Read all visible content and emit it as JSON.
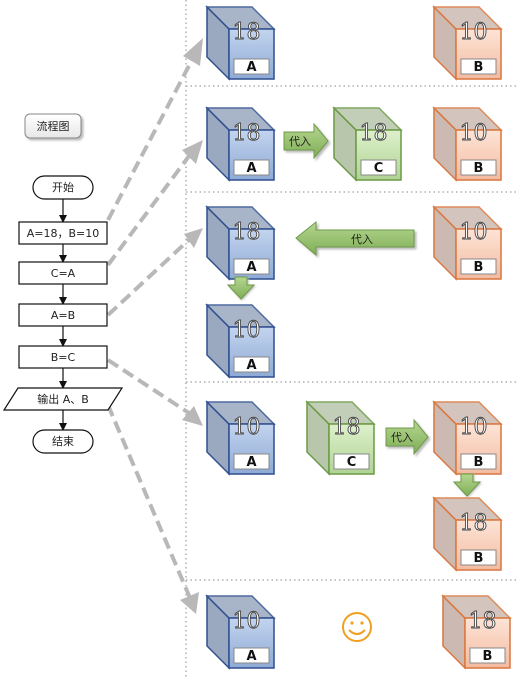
{
  "title": "流程图",
  "flowchart": {
    "start": "开始",
    "step1": "A=18，B=10",
    "step2": "C=A",
    "step3": "A=B",
    "step4": "B=C",
    "output": "输出 A、B",
    "end": "结束"
  },
  "sections": {
    "s1": {
      "box_a": {
        "value": "18",
        "label": "A"
      },
      "box_b": {
        "value": "10",
        "label": "B"
      }
    },
    "s2": {
      "box_a": {
        "value": "18",
        "label": "A"
      },
      "arrow": "代入",
      "box_c": {
        "value": "18",
        "label": "C"
      },
      "box_b": {
        "value": "10",
        "label": "B"
      }
    },
    "s3": {
      "box_a": {
        "value": "18",
        "label": "A"
      },
      "arrow": "代入",
      "box_b": {
        "value": "10",
        "label": "B"
      },
      "box_a_new": {
        "value": "10",
        "label": "A"
      }
    },
    "s4": {
      "box_a": {
        "value": "10",
        "label": "A"
      },
      "box_c": {
        "value": "18",
        "label": "C"
      },
      "arrow": "代入",
      "box_b": {
        "value": "10",
        "label": "B"
      },
      "box_b_new": {
        "value": "18",
        "label": "B"
      }
    },
    "s5": {
      "box_a": {
        "value": "10",
        "label": "A"
      },
      "smiley": "☺",
      "box_b": {
        "value": "18",
        "label": "B"
      }
    }
  },
  "colors": {
    "blue_front": "#a9c1e4",
    "blue_dark": "#9aa9c0",
    "blue_stroke": "#2f4f8f",
    "orange_front": "#f8d2c0",
    "orange_dark": "#ccbab2",
    "orange_stroke": "#d9773e",
    "green_front": "#c7e0b0",
    "green_dark": "#b8c6ac",
    "green_stroke": "#6b9a45",
    "arrow_green": "#8fb868",
    "dash_gray": "#b8b8b8",
    "smiley": "#f0a020"
  }
}
